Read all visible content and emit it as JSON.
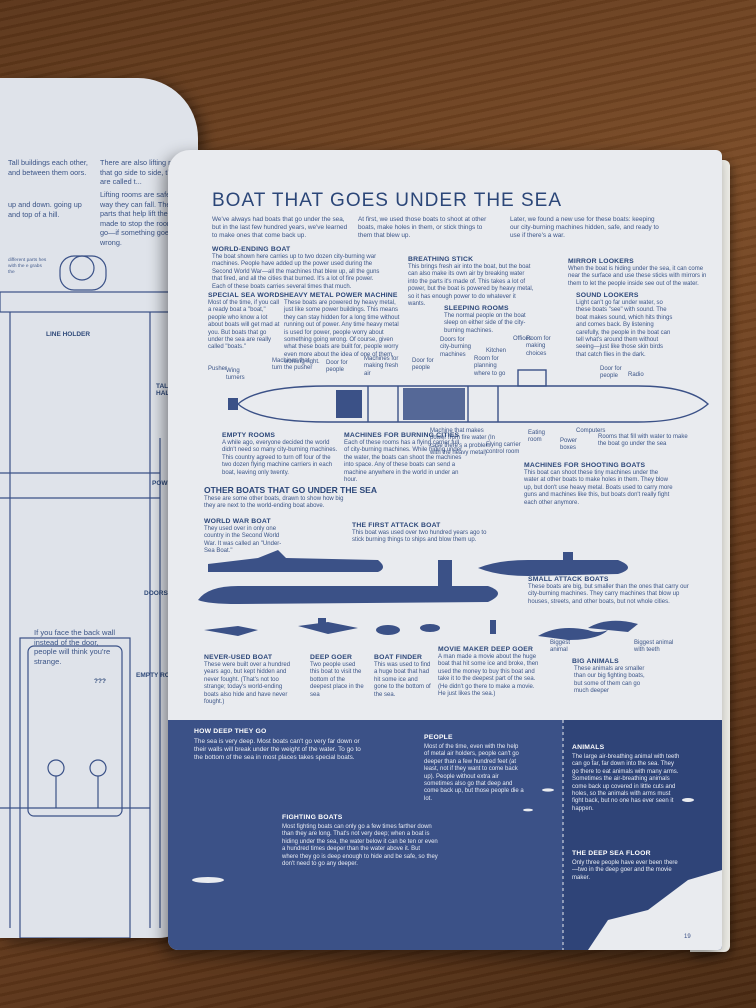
{
  "left_page": {
    "col1": "Tall buildings each other, and between them oors.",
    "col2": "There are also lifting rooms that go side to side, those are called t...",
    "col3": "up and down. going up and top of a hill.",
    "col4": "Lifting rooms are safe. the way they can fall. There are parts that help lift them made to stop the room from go—if something goes wrong.",
    "parts_note": "different parts hes with the e grabs the",
    "line_holder": "LINE HOLDER",
    "tall_hall": "TALL HALLWAY",
    "power_line": "POWER LINE",
    "doors": "DOORS",
    "empty_room": "EMPTY ROOM",
    "bubble": "If you face the back wall instead of the door, people will think you're strange.",
    "question": "???"
  },
  "page": {
    "title": "BOAT THAT GOES UNDER THE SEA",
    "intro1": "We've always had boats that go under the sea, but in the last few hundred years, we've learned to make ones that come back up.",
    "intro2": "At first, we used those boats to shoot at other boats, make holes in them, or stick things to them that blew up.",
    "intro3": "Later, we found a new use for these boats: keeping our city-burning machines hidden, safe, and ready to use if there's a war.",
    "world_ending_h": "WORLD-ENDING BOAT",
    "world_ending_t": "The boat shown here carries up to two dozen city-burning war machines. People have added up the power used during the Second World War—all the machines that blew up, all the guns that fired, and all the cities that burned. It's a lot of fire power. Each of these boats carries several times that much.",
    "special_h": "SPECIAL SEA WORDS",
    "special_t": "Most of the time, if you call a ready boat a \"boat,\" people who know a lot about boats will get mad at you. But boats that go under the sea are really called \"boats.\"",
    "metal_h": "HEAVY METAL POWER MACHINE",
    "metal_t": "These boats are powered by heavy metal, just like some power buildings. This means they can stay hidden for a long time without running out of power. Any time heavy metal is used for power, people worry about something going wrong. Of course, given what these boats are built for, people worry even more about the idea of one of them working right.",
    "breathing_h": "BREATHING STICK",
    "breathing_t": "This brings fresh air into the boat, but the boat can also make its own air by breaking water into the parts it's made of. This takes a lot of power, but the boat is powered by heavy metal, so it has enough power to do whatever it wants.",
    "sleeping_h": "SLEEPING ROOMS",
    "sleeping_t": "The normal people on the boat sleep on either side of the city-burning machines.",
    "mirror_h": "MIRROR LOOKERS",
    "mirror_t": "When the boat is hiding under the sea, it can come near the surface and use these sticks with mirrors in them to let the people inside see out of the water.",
    "sound_h": "SOUND LOOKERS",
    "sound_t": "Light can't go far under water, so these boats \"see\" with sound. The boat makes sound, which hits things and comes back. By listening carefully, the people in the boat can tell what's around them without seeing—just like those skin birds that catch flies in the dark.",
    "labels": {
      "pusher": "Pusher",
      "wing": "Wing turners",
      "machines_turn": "Machines that turn the pusher",
      "door1": "Door for people",
      "machines_air": "Machines for making fresh air",
      "door2": "Door for people",
      "doors_city": "Doors for city-burning machines",
      "kitchen": "Kitchen",
      "offices": "Offices",
      "room_choices": "Room for making choices",
      "room_planning": "Room for planning where to go",
      "door3": "Door for people",
      "radio": "Radio",
      "eating": "Eating room",
      "flying": "Flying carrier control room",
      "power_boxes": "Power boxes",
      "computers": "Computers",
      "water_rooms": "Rooms that fill with water to make the boat go under the sea",
      "fresh_machine": "Machine that makes power from fire water (In case there's a problem with the heavy metal)"
    },
    "empty_h": "EMPTY ROOMS",
    "empty_t": "A while ago, everyone decided the world didn't need so many city-burning machines. This country agreed to turn off four of the two dozen flying machine carriers in each boat, leaving only twenty.",
    "burning_h": "MACHINES FOR BURNING CITIES",
    "burning_t": "Each of these rooms has a flying carrier full of city-burning machines. While hiding under the water, the boats can shoot the machines into space. Any of these boats can send a machine anywhere in the world in under an hour.",
    "shooting_h": "MACHINES FOR SHOOTING BOATS",
    "shooting_t": "This boat can shoot these tiny machines under the water at other boats to make holes in them. They blow up, but don't use heavy metal. Boats used to carry more guns and machines like this, but boats don't really fight each other anymore.",
    "other_title": "OTHER BOATS THAT GO UNDER THE SEA",
    "other_t": "These are some other boats, drawn to show how big they are next to the world-ending boat above.",
    "ww_h": "WORLD WAR BOAT",
    "ww_t": "They used over in only one country in the Second World War. It was called an \"Under-Sea Boat.\"",
    "first_h": "THE FIRST ATTACK BOAT",
    "first_t": "This boat was used over two hundred years ago to stick burning things to ships and blow them up.",
    "small_h": "SMALL ATTACK BOATS",
    "small_t": "These boats are big, but smaller than the ones that carry our city-burning machines. They carry machines that blow up houses, streets, and other boats, but not whole cities.",
    "never_h": "NEVER-USED BOAT",
    "never_t": "These were built over a hundred years ago, but kept hidden and never fought. (That's not too strange; today's world-ending boats also hide and have never fought.)",
    "deep_h": "DEEP GOER",
    "deep_t": "Two people used this boat to visit the bottom of the deepest place in the sea",
    "finder_h": "BOAT FINDER",
    "finder_t": "This was used to find a huge boat that had hit some ice and gone to the bottom of the sea.",
    "movie_h": "MOVIE MAKER DEEP GOER",
    "movie_t": "A man made a movie about the huge boat that hit some ice and broke, then used the money to buy this boat and take it to the deepest part of the sea. (He didn't go there to make a movie. He just likes the sea.)",
    "biggest1": "Biggest animal",
    "biggest2": "Biggest animal with teeth",
    "big_animals_h": "BIG ANIMALS",
    "big_animals_t": "These animals are smaller than our big fighting boats, but some of them can go much deeper",
    "how_deep_h": "HOW DEEP THEY GO",
    "how_deep_t": "The sea is very deep. Most boats can't go very far down or their walls will break under the weight of the water. To go to the bottom of the sea in most places takes special boats.",
    "people_h": "PEOPLE",
    "people_t": "Most of the time, even with the help of metal air holders, people can't go deeper than a few hundred feet (at least, not if they want to come back up). People without extra air sometimes also go that deep and come back up, but those people die a lot.",
    "fighting_h": "FIGHTING BOATS",
    "fighting_t": "Most fighting boats can only go a few times farther down than they are long. That's not very deep; when a boat is hiding under the sea, the water below it can be ten or even a hundred times deeper than the water above it. But where they go is deep enough to hide and be safe, so they don't need to go any deeper.",
    "animals_h": "ANIMALS",
    "animals_t": "The large air-breathing animal with teeth can go far, far down into the sea. They go there to eat animals with many arms. Sometimes the air-breathing animals come back up covered in little cuts and holes, so the animals with arms must fight back, but no one has ever seen it happen.",
    "floor_h": "THE DEEP SEA FLOOR",
    "floor_t": "Only three people have ever been there—two in the deep goer and the movie maker.",
    "page_number": "19"
  },
  "colors": {
    "ink": "#2b4678",
    "deep_band": "#3b5187",
    "paper": "#e9ebef"
  }
}
